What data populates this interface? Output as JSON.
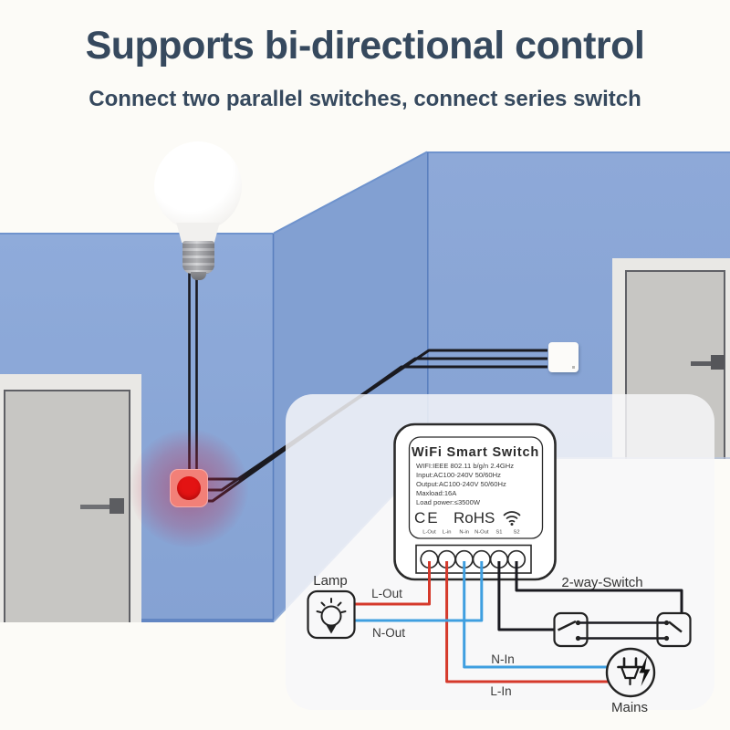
{
  "header": {
    "title": "Supports bi-directional control",
    "subtitle": "Connect two parallel switches, connect series switch"
  },
  "smart_switch": {
    "name": "WiFi Smart Switch",
    "specs": [
      "WIFI:IEEE 802.11 b/g/n 2.4GHz",
      "Input:AC100-240V 50/60Hz",
      "Output:AC100-240V 50/60Hz",
      "Maxload:16A",
      "Load power:≤3500W"
    ],
    "cert_ce": "CE",
    "cert_rohs": "RoHS",
    "wifi_icon": "wifi-signal-icon",
    "terminals": [
      "L-Out",
      "L-in",
      "N-in",
      "N-Out",
      "S1",
      "S2"
    ]
  },
  "wiring": {
    "lamp_label": "Lamp",
    "l_out": "L-Out",
    "n_out": "N-Out",
    "n_in": "N-In",
    "l_in": "L-In",
    "two_way_switch_label": "2-way-Switch",
    "mains_label": "Mains"
  },
  "colors": {
    "wire_red": "#d5392b",
    "wire_blue": "#3f9fe0",
    "wire_black": "#1a1a20",
    "wall_blue": "#8aa7d7",
    "title_navy": "#36495e",
    "switch_red": "#e31313",
    "switch_red_body": "#f28078",
    "door_gray": "#c7c6c3",
    "panel_white": "rgba(247,247,249,0.84)",
    "background": "#fcfbf7"
  }
}
